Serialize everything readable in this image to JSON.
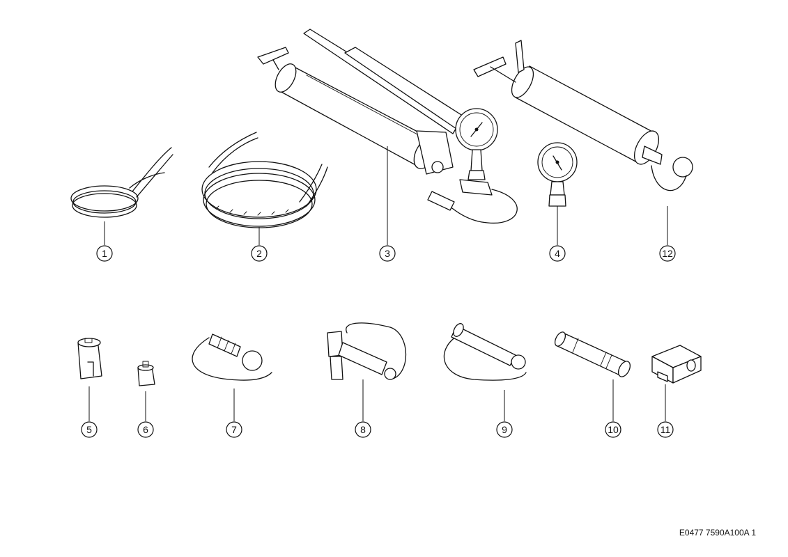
{
  "callouts": [
    "1",
    "2",
    "3",
    "4",
    "5",
    "6",
    "7",
    "8",
    "9",
    "10",
    "11",
    "12"
  ],
  "reference": "E0477 7590A100A 1",
  "colors": {
    "line": "#111111",
    "background": "#ffffff"
  }
}
